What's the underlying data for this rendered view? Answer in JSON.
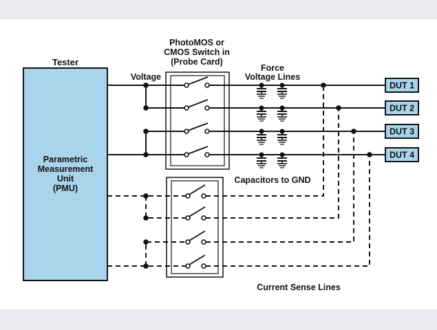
{
  "diagram": {
    "tester_heading": "Tester",
    "pmu_lines": [
      "Parametric",
      "Measurement",
      "Unit",
      "(PMU)"
    ],
    "voltage_label": "Voltage",
    "switch_heading": [
      "PhotoMOS or",
      "CMOS Switch in",
      "(Probe Card)"
    ],
    "force_heading": [
      "Force",
      "Voltage Lines"
    ],
    "capacitors_label": "Capacitors to GND",
    "current_sense_label": "Current Sense Lines",
    "dut_labels": [
      "DUT 1",
      "DUT 2",
      "DUT 3",
      "DUT 4"
    ],
    "colors": {
      "background": "#e9ebee",
      "panel": "#ffffff",
      "pmu_fill": "#a9d4ec",
      "dut_fill": "#a9d4ec",
      "line": "#111111"
    }
  }
}
